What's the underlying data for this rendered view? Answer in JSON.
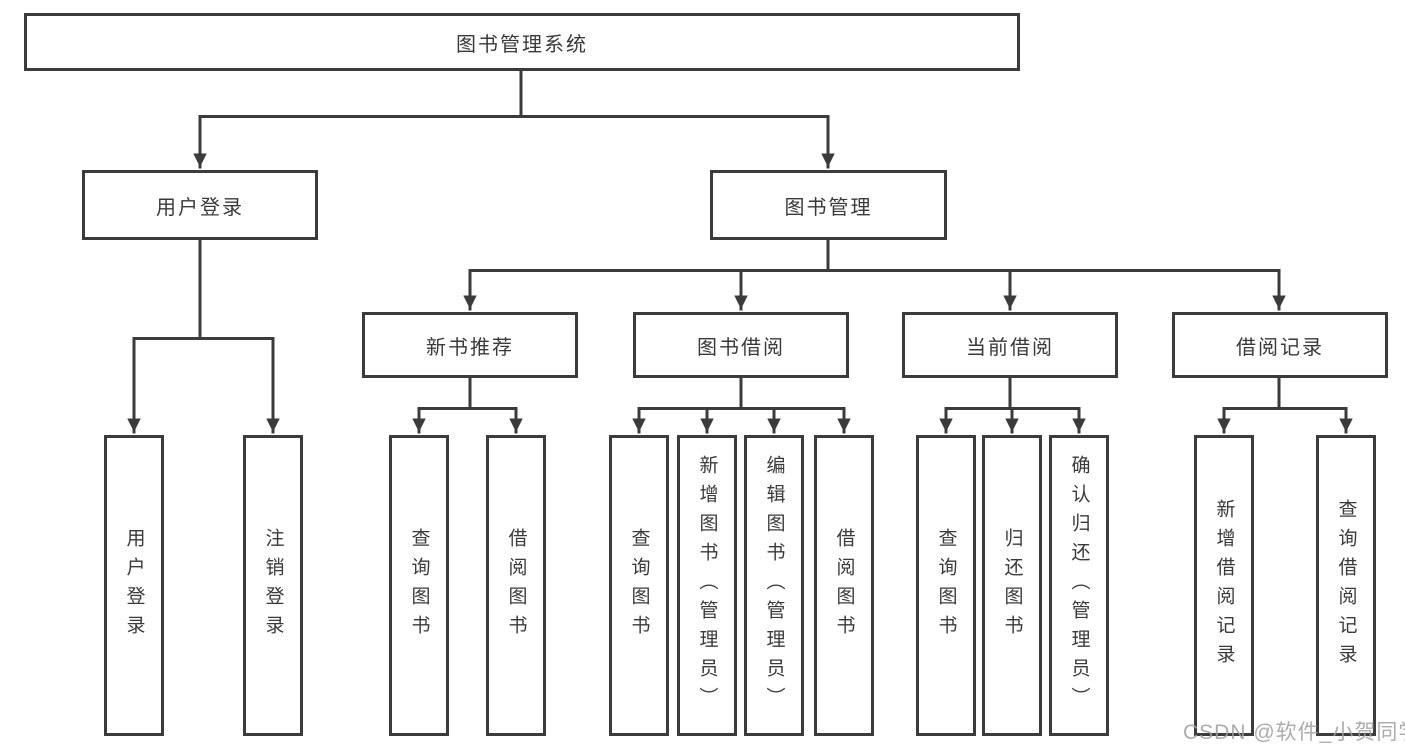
{
  "diagram": {
    "colors": {
      "line": "#3b3b3b",
      "text": "#3a3a3a",
      "background": "#ffffff"
    },
    "root": {
      "label": "图书管理系统",
      "children": [
        {
          "label": "用户登录",
          "children": [
            {
              "label": "用户登录"
            },
            {
              "label": "注销登录"
            }
          ]
        },
        {
          "label": "图书管理",
          "children": [
            {
              "label": "新书推荐",
              "children": [
                {
                  "label": "查询图书"
                },
                {
                  "label": "借阅图书"
                }
              ]
            },
            {
              "label": "图书借阅",
              "children": [
                {
                  "label": "查询图书"
                },
                {
                  "label": "新增图书（管理员）"
                },
                {
                  "label": "编辑图书（管理员）"
                },
                {
                  "label": "借阅图书"
                }
              ]
            },
            {
              "label": "当前借阅",
              "children": [
                {
                  "label": "查询图书"
                },
                {
                  "label": "归还图书"
                },
                {
                  "label": "确认归还（管理员）"
                }
              ]
            },
            {
              "label": "借阅记录",
              "children": [
                {
                  "label": "新增借阅记录"
                },
                {
                  "label": "查询借阅记录"
                }
              ]
            }
          ]
        }
      ]
    }
  },
  "watermark": {
    "text": "CSDN @软件_小贺同学",
    "color": "#9e9e9e"
  }
}
